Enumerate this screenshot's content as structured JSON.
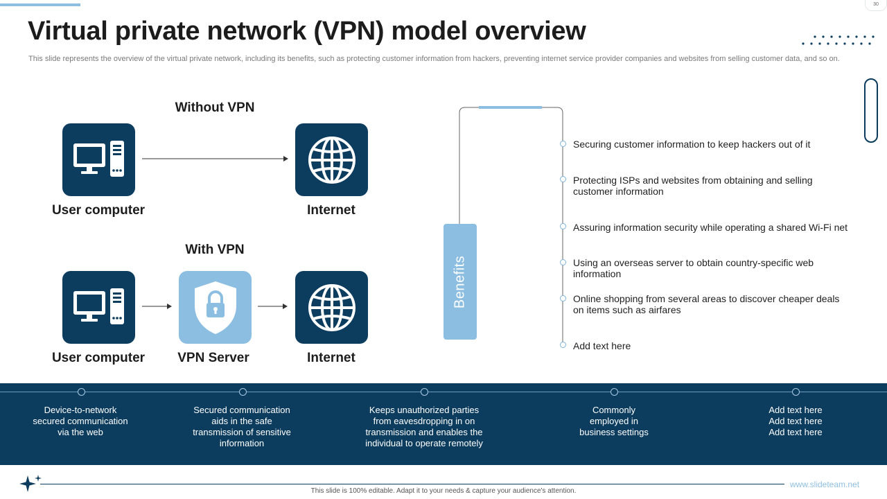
{
  "page_number": "30",
  "title": "Virtual private network (VPN) model overview",
  "subtitle": "This slide represents the overview of the virtual private network, including its benefits, such as protecting customer information from hackers, preventing internet service provider companies and websites from selling customer data, and so on.",
  "without_vpn": {
    "heading": "Without VPN",
    "user_label": "User computer",
    "internet_label": "Internet"
  },
  "with_vpn": {
    "heading": "With VPN",
    "user_label": "User computer",
    "server_label": "VPN Server",
    "internet_label": "Internet"
  },
  "benefits": {
    "label": "Benefits",
    "items": [
      "Securing customer information to keep hackers out of it",
      "Protecting ISPs and websites from obtaining and selling customer information",
      "Assuring information security while operating a shared Wi-Fi net",
      "Using an overseas server to obtain country-specific web information",
      "Online shopping from several areas to discover cheaper deals on items such as airfares",
      "Add text here"
    ]
  },
  "band": {
    "items": [
      "Device-to-network secured communication via the web",
      "Secured communication aids in the safe transmission of sensitive information",
      "Keeps unauthorized parties from eavesdropping in on transmission and enables the individual to operate remotely",
      "Commonly employed in business settings",
      "Add text here Add text here Add text here"
    ]
  },
  "footer": {
    "url": "www.slideteam.net",
    "note": "This slide is 100% editable. Adapt it to your needs & capture your audience's attention."
  },
  "colors": {
    "dark_navy": "#0c3d5f",
    "light_blue": "#8cbee1"
  },
  "icons": [
    "computer-icon",
    "globe-icon",
    "shield-lock-icon",
    "sparkle-icon"
  ]
}
